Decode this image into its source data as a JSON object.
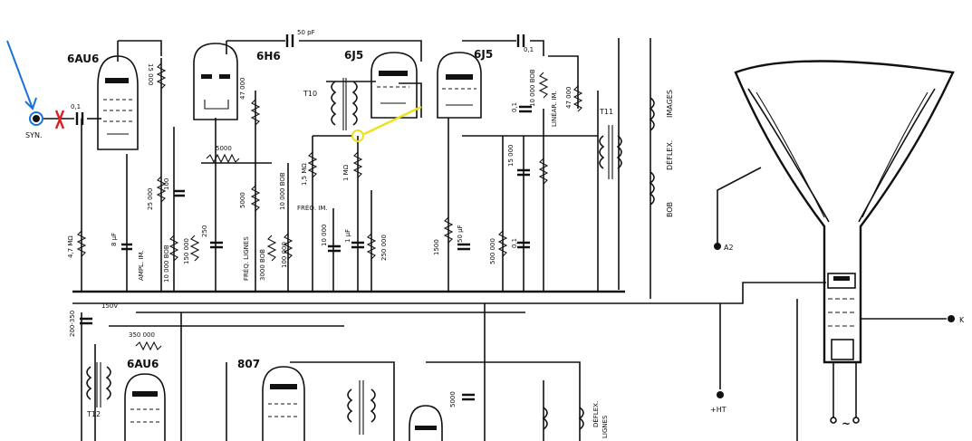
{
  "tubes": {
    "v1": "6AU6",
    "v2": "6H6",
    "v3": "6J5",
    "v4": "6J5",
    "v5": "6AU6",
    "v6": "807"
  },
  "transformers": {
    "t10": "T10",
    "t11": "T11",
    "t12": "T12"
  },
  "terminals": {
    "syn": "SYN.",
    "a2": "A2",
    "k": "K",
    "ht": "+HT",
    "ac": "~"
  },
  "components": {
    "c_in": "0,1",
    "c_top": "50 pF",
    "c_6j5b": "0,1",
    "r_15000": "15 000",
    "r_47000a": "47 000",
    "r_5000a": "5000",
    "r_25000": "25 000",
    "c_100": "100",
    "r_47mohm": "4,7 MΩ",
    "c_8uf": "8 µF",
    "r_ampl": "AMPL. IM.",
    "r_ampl_val": "10 000 BOB",
    "r_150000": "150 000",
    "c_250": "250",
    "r_5000b": "5000",
    "r_freq_lignes": "FRÉQ. LIGNES",
    "r_freq_lignes_val": "3000 BOB",
    "r_10000bob": "10 000 BOB",
    "r_15mohm": "1,5 MΩ",
    "r_freq_im": "FRÉQ. IM.",
    "r_100000": "100 000",
    "c_10000": "10 000",
    "r_1mohm": "1 MΩ",
    "c_1uf": "1 µF",
    "r_250000": "250 000",
    "r_1500": "1500",
    "c_50uf": "50 µF",
    "c_15000": "15 000",
    "r_500000": "500 000",
    "c_01b": "0,1",
    "c_01c": "0,1",
    "r_10000bob_b": "10 000 BOB",
    "r_linear": "LINÉAR. IM.",
    "r_47000b": "47 000",
    "c_200_350": "200-350",
    "v_150": "150V",
    "r_350000": "350 000",
    "c_5000": "5000"
  },
  "coils": {
    "images": "IMAGES",
    "deflex_images": "DÉFLEX.",
    "bob": "BOB",
    "deflex_lignes": "DÉFLEX.",
    "lignes": "LIGNES"
  },
  "colors": {
    "ink": "#111111",
    "blue_annotation": "#1a72d6",
    "red_annotation": "#e02020",
    "yellow_annotation": "#ece21a"
  }
}
